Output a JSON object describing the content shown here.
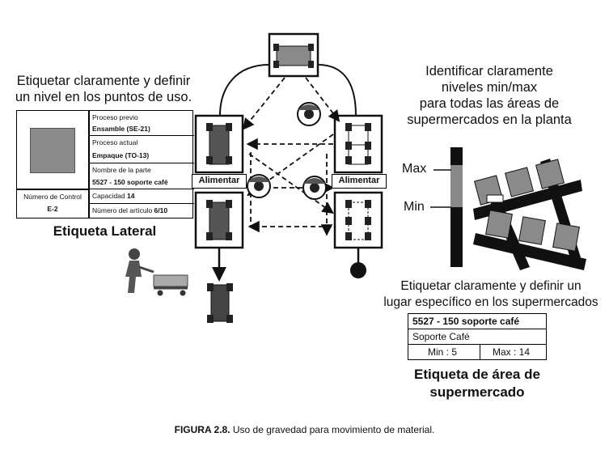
{
  "notes": {
    "left_top_line1": "Etiquetar claramente y definir",
    "left_top_line2": "un nivel en los puntos de uso.",
    "right_top_line1": "Identificar claramente",
    "right_top_line2": "niveles min/max",
    "right_top_line3": "para todas las áreas de",
    "right_top_line4": "supermercados en la planta",
    "right_mid_line1": "Etiquetar claramente y definir un",
    "right_mid_line2": "lugar específico en los supermercados"
  },
  "side_label": {
    "title": "Etiqueta Lateral",
    "prev_process_label": "Proceso previo",
    "prev_process_value": "Ensamble (SE-21)",
    "curr_process_label": "Proceso actual",
    "curr_process_value": "Empaque (TO-13)",
    "part_name_label": "Nombre de la parte",
    "part_name_value": "5527 - 150 soporte café",
    "control_number_label": "Número de Control",
    "control_number_value": "E-2",
    "capacity_label": "Capacidad",
    "capacity_value": "14",
    "item_number_label": "Número del artículo",
    "item_number_value": "6/10"
  },
  "gauge": {
    "max_label": "Max",
    "min_label": "Min"
  },
  "supermarket_label": {
    "title_line1": "Etiqueta de área de",
    "title_line2": "supermercado",
    "part": "5527 - 150 soporte café",
    "name": "Soporte Café",
    "min": "Min : 5",
    "max": "Max : 14"
  },
  "flow": {
    "feed_left": "Alimentar",
    "feed_right": "Alimentar"
  },
  "caption": {
    "figure": "FIGURA 2.8.",
    "text": " Uso de gravedad para movimiento de material."
  },
  "colors": {
    "ink": "#111111",
    "gray_fill": "#8a8a8a",
    "dark_fill": "#2a2a2a"
  }
}
